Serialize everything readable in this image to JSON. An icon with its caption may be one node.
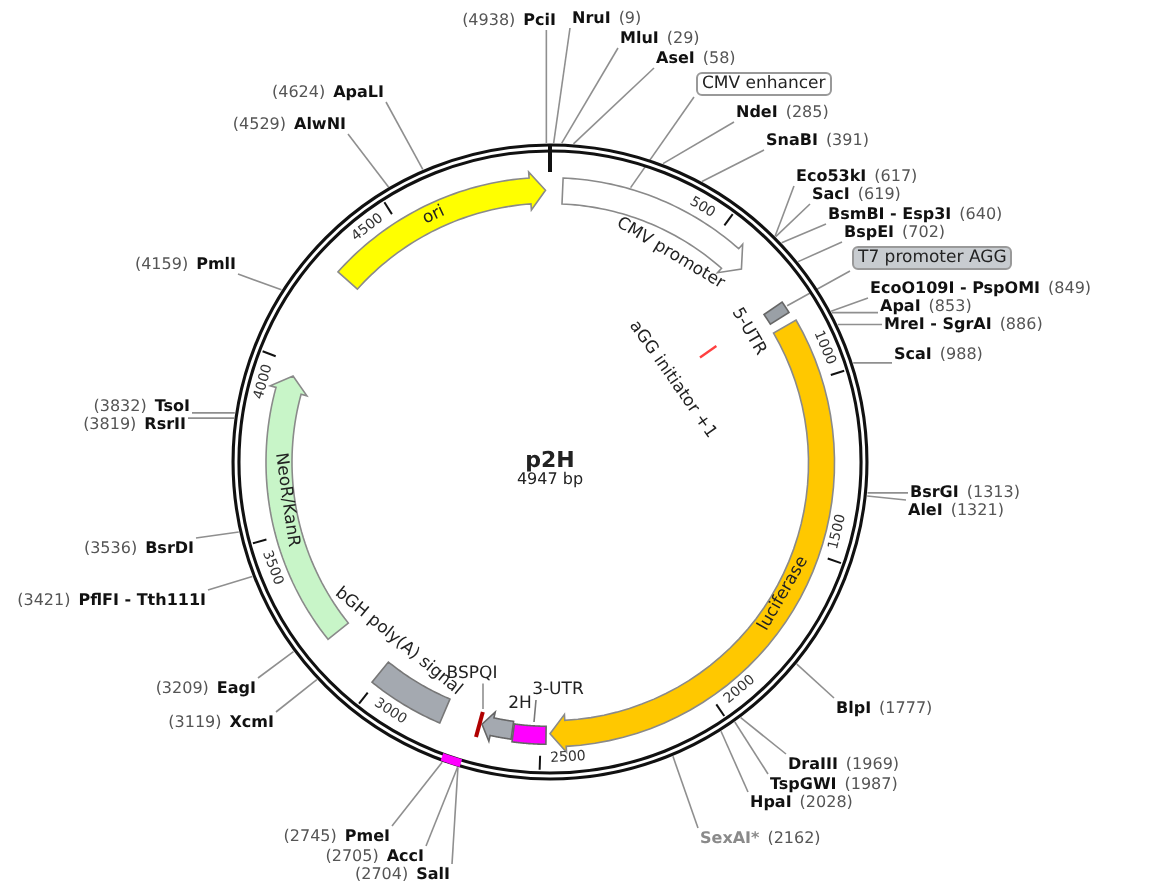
{
  "diagram": {
    "nodes": [
      {
        "text": [
          "p2H",
          "4947 bp"
        ]
      },
      {
        "text": [
          "ori"
        ],
        "in": 0
      },
      {
        "text": [
          "CMV promoter"
        ],
        "in": 0
      },
      {
        "text": [
          "5-UTR"
        ],
        "in": 0
      },
      {
        "text": [
          "aGG initiator +1"
        ],
        "in": 0
      },
      {
        "text": [
          "luciferase"
        ],
        "in": 0
      },
      {
        "text": [
          "3-UTR"
        ],
        "in": 0
      },
      {
        "text": [
          "2H"
        ],
        "in": 0
      },
      {
        "text": [
          "BSPQI"
        ],
        "in": 0
      },
      {
        "text": [
          "bGH poly(A) signal"
        ],
        "in": 0
      },
      {
        "text": [
          "NeoR/KanR"
        ],
        "in": 0
      },
      {
        "text": [
          "CMV enhancer"
        ]
      },
      {
        "text": [
          "T7 promoter AGG"
        ]
      },
      {
        "text": [
          "NruI",
          "(9)"
        ]
      },
      {
        "text": [
          "MluI",
          "(29)"
        ]
      },
      {
        "text": [
          "AseI",
          "(58)"
        ]
      },
      {
        "text": [
          "NdeI",
          "(285)"
        ]
      },
      {
        "text": [
          "SnaBI",
          "(391)"
        ]
      },
      {
        "text": [
          "Eco53kI",
          "(617)"
        ]
      },
      {
        "text": [
          "SacI",
          "(619)"
        ]
      },
      {
        "text": [
          "BsmBI - Esp3I",
          "(640)"
        ]
      },
      {
        "text": [
          "BspEI",
          "(702)"
        ]
      },
      {
        "text": [
          "EcoO109I - PspOMI",
          "(849)"
        ]
      },
      {
        "text": [
          "ApaI",
          "(853)"
        ]
      },
      {
        "text": [
          "MreI - SgrAI",
          "(886)"
        ]
      },
      {
        "text": [
          "ScaI",
          "(988)"
        ]
      },
      {
        "text": [
          "BsrGI",
          "(1313)"
        ]
      },
      {
        "text": [
          "AleI",
          "(1321)"
        ]
      },
      {
        "text": [
          "BlpI",
          "(1777)"
        ]
      },
      {
        "text": [
          "DraIII",
          "(1969)"
        ]
      },
      {
        "text": [
          "TspGWI",
          "(1987)"
        ]
      },
      {
        "text": [
          "HpaI",
          "(2028)"
        ]
      },
      {
        "text": [
          "SexAI*",
          "(2162)"
        ]
      },
      {
        "text": [
          "(2704)",
          "SalI"
        ]
      },
      {
        "text": [
          "(2705)",
          "AccI"
        ]
      },
      {
        "text": [
          "(2745)",
          "PmeI"
        ]
      },
      {
        "text": [
          "(3119)",
          "XcmI"
        ]
      },
      {
        "text": [
          "(3209)",
          "EagI"
        ]
      },
      {
        "text": [
          "(3421)",
          "PflFI - Tth111I"
        ]
      },
      {
        "text": [
          "(3536)",
          "BsrDI"
        ]
      },
      {
        "text": [
          "(3819)",
          "RsrII"
        ]
      },
      {
        "text": [
          "(3832)",
          "TsoI"
        ]
      },
      {
        "text": [
          "(4159)",
          "PmlI"
        ]
      },
      {
        "text": [
          "(4529)",
          "AlwNI"
        ]
      },
      {
        "text": [
          "(4624)",
          "ApaLI"
        ]
      },
      {
        "text": [
          "(4938)",
          "PciI"
        ]
      },
      {
        "text": [],
        "shape": "bar",
        "in": 0
      }
    ],
    "edges": [
      {
        "from": 13,
        "to": 0,
        "arrow": "none"
      },
      {
        "from": 14,
        "to": 0,
        "arrow": "none"
      },
      {
        "from": 15,
        "to": 0,
        "arrow": "none"
      },
      {
        "from": 16,
        "to": 0,
        "arrow": "none"
      },
      {
        "from": 17,
        "to": 0,
        "arrow": "none"
      },
      {
        "from": 18,
        "to": 0,
        "arrow": "none"
      },
      {
        "from": 19,
        "to": 0,
        "arrow": "none"
      },
      {
        "from": 20,
        "to": 0,
        "arrow": "none"
      },
      {
        "from": 21,
        "to": 0,
        "arrow": "none"
      },
      {
        "from": 22,
        "to": 0,
        "arrow": "none"
      },
      {
        "from": 23,
        "to": 0,
        "arrow": "none"
      },
      {
        "from": 24,
        "to": 0,
        "arrow": "none"
      },
      {
        "from": 25,
        "to": 0,
        "arrow": "none"
      },
      {
        "from": 26,
        "to": 0,
        "arrow": "none"
      },
      {
        "from": 27,
        "to": 0,
        "arrow": "none"
      },
      {
        "from": 28,
        "to": 0,
        "arrow": "none"
      },
      {
        "from": 29,
        "to": 0,
        "arrow": "none"
      },
      {
        "from": 30,
        "to": 0,
        "arrow": "none"
      },
      {
        "from": 31,
        "to": 0,
        "arrow": "none"
      },
      {
        "from": 32,
        "to": 0,
        "arrow": "none"
      },
      {
        "from": 33,
        "to": 0,
        "arrow": "none"
      },
      {
        "from": 34,
        "to": 0,
        "arrow": "none"
      },
      {
        "from": 35,
        "to": 0,
        "arrow": "none"
      },
      {
        "from": 36,
        "to": 0,
        "arrow": "none"
      },
      {
        "from": 37,
        "to": 0,
        "arrow": "none"
      },
      {
        "from": 38,
        "to": 0,
        "arrow": "none"
      },
      {
        "from": 39,
        "to": 0,
        "arrow": "none"
      },
      {
        "from": 40,
        "to": 0,
        "arrow": "none"
      },
      {
        "from": 41,
        "to": 0,
        "arrow": "none"
      },
      {
        "from": 42,
        "to": 0,
        "arrow": "none"
      },
      {
        "from": 43,
        "to": 0,
        "arrow": "none"
      },
      {
        "from": 44,
        "to": 0,
        "arrow": "none"
      },
      {
        "from": 45,
        "to": 0,
        "arrow": "none"
      },
      {
        "from": 11,
        "to": 2,
        "arrow": "none"
      },
      {
        "from": 12,
        "to": 3,
        "arrow": "none"
      },
      {
        "from": 8,
        "to": 46,
        "arrow": "none"
      }
    ],
    "labels": [
      "500",
      "1000",
      "1500",
      "2000",
      "2500",
      "3000",
      "3500",
      "4000",
      "4500"
    ]
  }
}
